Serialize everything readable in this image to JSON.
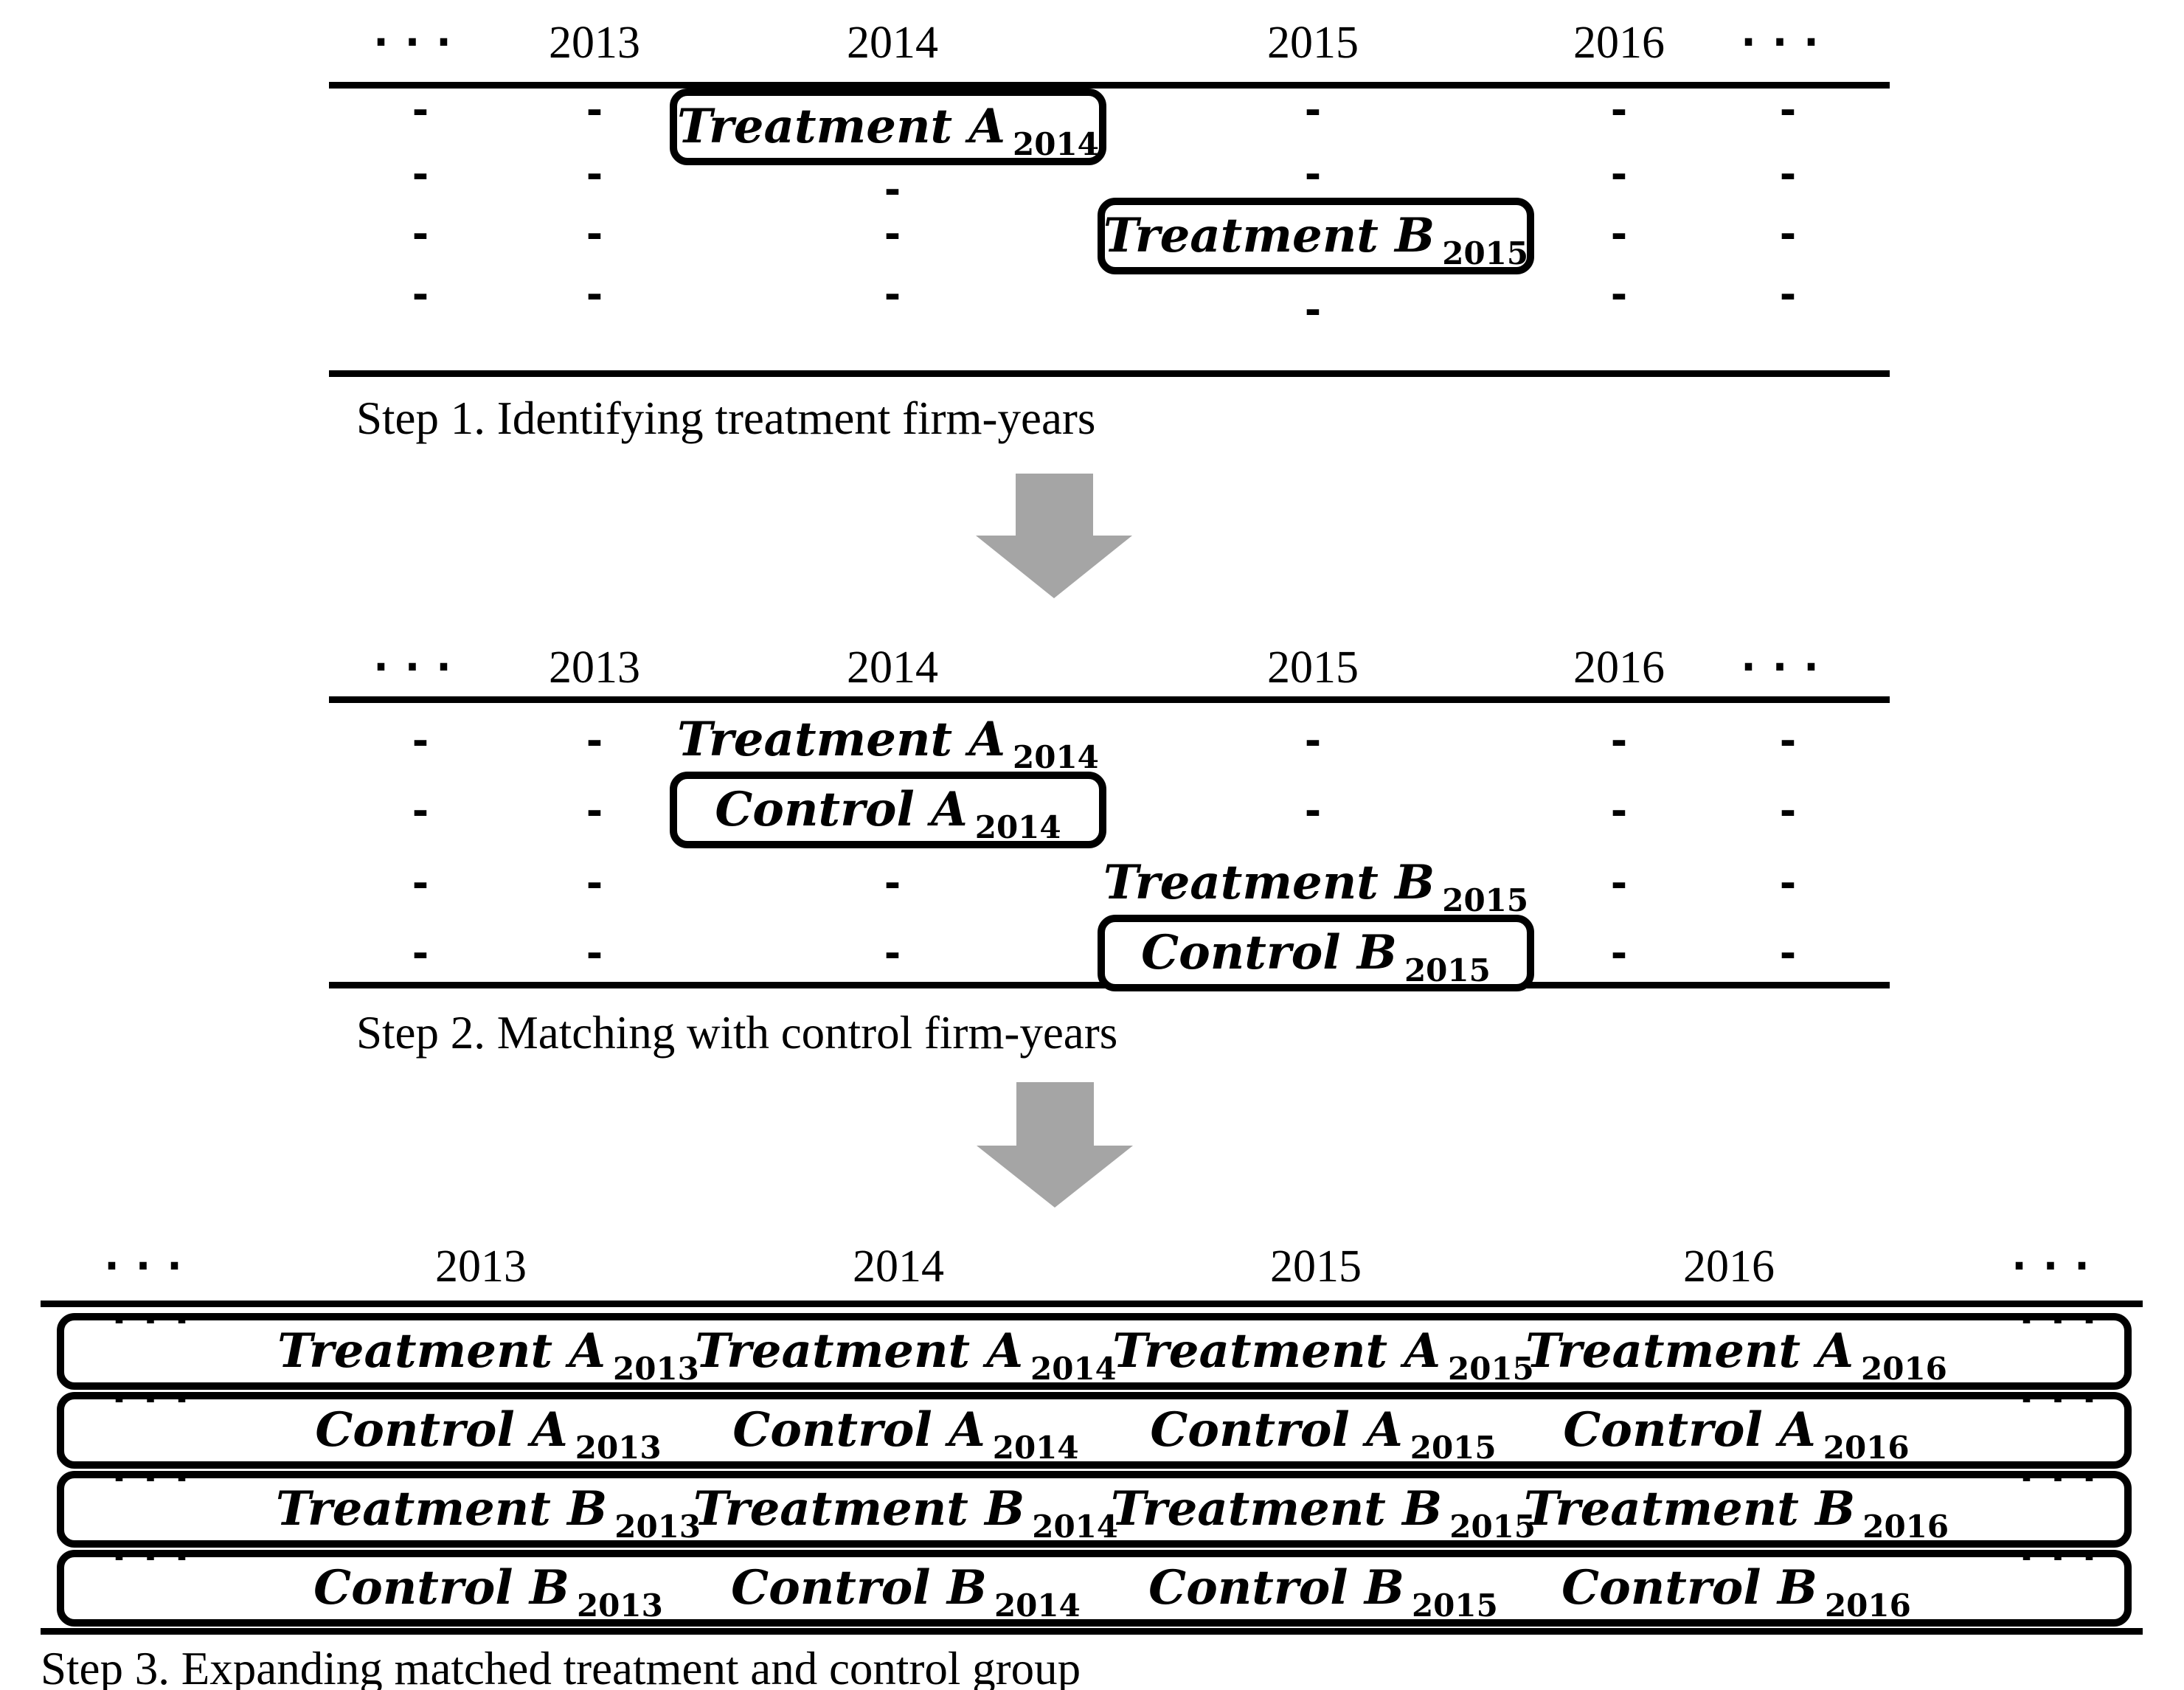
{
  "colors": {
    "ink": "#000000",
    "paper": "#ffffff",
    "arrow_gray": "#a5a5a5"
  },
  "glyphs": {
    "dash": "-",
    "ellipsis": "···"
  },
  "step1": {
    "years": [
      "···",
      "2013",
      "2014",
      "2015",
      "2016",
      "···"
    ],
    "treatment_boxes": [
      {
        "label": "Treatment A",
        "subscript": "2014"
      },
      {
        "label": "Treatment B",
        "subscript": "2015"
      }
    ],
    "caption": "Step 1. Identifying treatment firm-years"
  },
  "step2": {
    "years": [
      "···",
      "2013",
      "2014",
      "2015",
      "2016",
      "···"
    ],
    "entries": [
      {
        "label": "Treatment A",
        "subscript": "2014",
        "boxed": false
      },
      {
        "label": "Control A",
        "subscript": "2014",
        "boxed": true
      },
      {
        "label": "Treatment B",
        "subscript": "2015",
        "boxed": false
      },
      {
        "label": "Control B",
        "subscript": "2015",
        "boxed": true
      }
    ],
    "caption": "Step 2. Matching with control firm-years"
  },
  "step3": {
    "years": [
      "···",
      "2013",
      "2014",
      "2015",
      "2016",
      "···"
    ],
    "rows": [
      {
        "cells": [
          {
            "label": "Treatment A",
            "subscript": "2013"
          },
          {
            "label": "Treatment A",
            "subscript": "2014"
          },
          {
            "label": "Treatment A",
            "subscript": "2015"
          },
          {
            "label": "Treatment A",
            "subscript": "2016"
          }
        ]
      },
      {
        "cells": [
          {
            "label": "Control A",
            "subscript": "2013"
          },
          {
            "label": "Control A",
            "subscript": "2014"
          },
          {
            "label": "Control A",
            "subscript": "2015"
          },
          {
            "label": "Control A",
            "subscript": "2016"
          }
        ]
      },
      {
        "cells": [
          {
            "label": "Treatment B",
            "subscript": "2013"
          },
          {
            "label": "Treatment B",
            "subscript": "2014"
          },
          {
            "label": "Treatment B",
            "subscript": "2015"
          },
          {
            "label": "Treatment B",
            "subscript": "2016"
          }
        ]
      },
      {
        "cells": [
          {
            "label": "Control B",
            "subscript": "2013"
          },
          {
            "label": "Control B",
            "subscript": "2014"
          },
          {
            "label": "Control B",
            "subscript": "2015"
          },
          {
            "label": "Control B",
            "subscript": "2016"
          }
        ]
      }
    ],
    "caption": "Step 3. Expanding matched treatment and control group"
  }
}
